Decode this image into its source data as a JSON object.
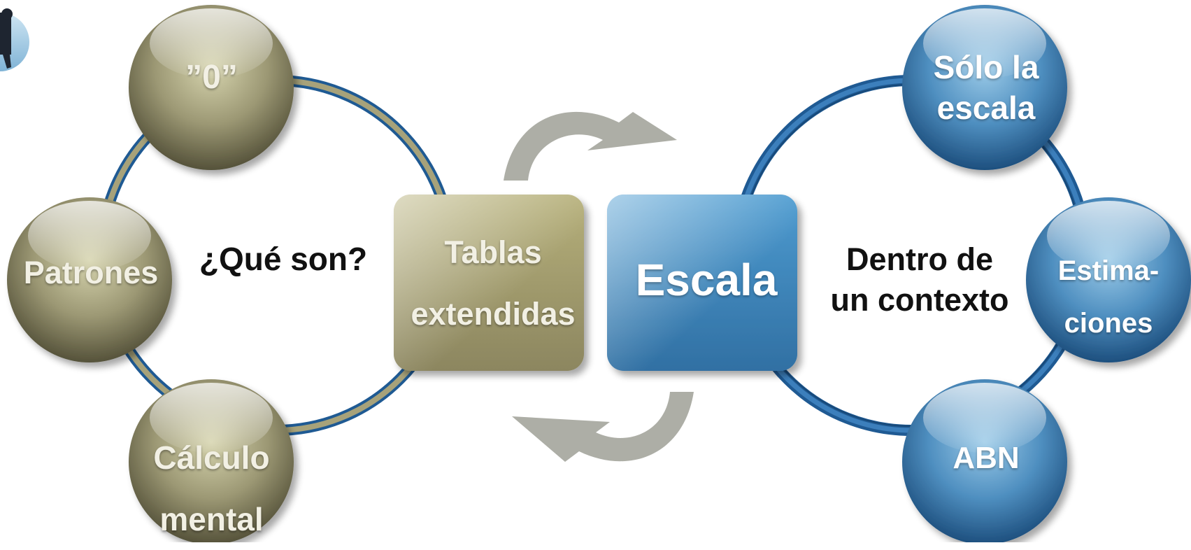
{
  "left_group": {
    "center_text": "¿Qué son?",
    "box": {
      "line1": "Tablas",
      "line2": "extendidas"
    },
    "circles": [
      {
        "lines": [
          "”0”"
        ]
      },
      {
        "lines": [
          "Patrones"
        ]
      },
      {
        "lines": [
          "Cálculo",
          "mental"
        ]
      }
    ]
  },
  "right_group": {
    "center_text": {
      "line1": "Dentro de",
      "line2": "un contexto"
    },
    "box": {
      "line1": "Escala"
    },
    "circles": [
      {
        "lines": [
          "Sólo la",
          "escala"
        ]
      },
      {
        "lines": [
          "Estima-",
          "ciones"
        ]
      },
      {
        "lines": [
          "ABN"
        ]
      }
    ]
  },
  "colors": {
    "olive_light": "#c9c7a0",
    "olive_dark": "#6e6a4a",
    "blue_light": "#8fc0e2",
    "blue_dark": "#2a6aa0",
    "ring_blue": "#1f5a93",
    "ring_olive": "#9a9670",
    "arrow_gray": "#adaea6"
  }
}
